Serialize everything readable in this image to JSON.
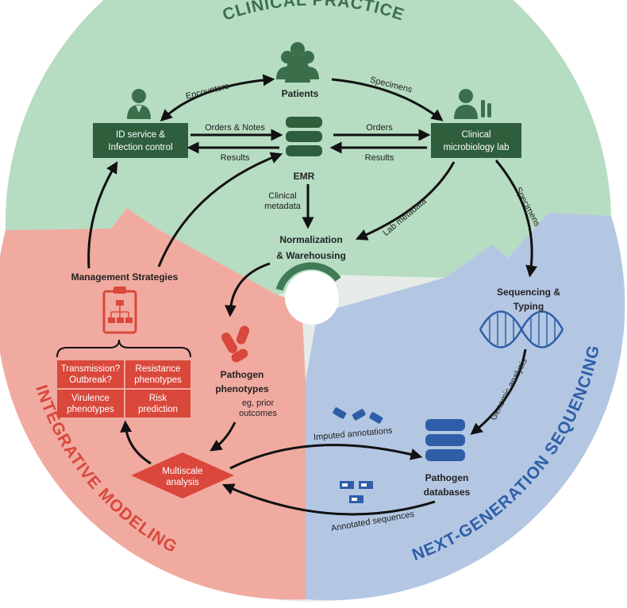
{
  "sectors": {
    "clinical": {
      "title": "CLINICAL PRACTICE",
      "color": "#b6dcc2"
    },
    "ngs": {
      "title": "NEXT-GENERATION SEQUENCING",
      "color": "#b3c7e3"
    },
    "modeling": {
      "title": "INTEGRATIVE MODELING",
      "color": "#f1aaa0"
    }
  },
  "nodes": {
    "patients": "Patients",
    "id_service": [
      "ID service &",
      "Infection control"
    ],
    "emr": "EMR",
    "clinical_lab": [
      "Clinical",
      "microbiology lab"
    ],
    "normalization": [
      "Normalization",
      "& Warehousing"
    ],
    "sequencing": [
      "Sequencing &",
      "Typing"
    ],
    "pathogen_db": [
      "Pathogen",
      "databases"
    ],
    "pathogen_pheno": [
      "Pathogen",
      "phenotypes"
    ],
    "pheno_note": [
      "eg, prior",
      "outcomes"
    ],
    "management": "Management Strategies",
    "multiscale": [
      "Multiscale",
      "analysis"
    ],
    "grid": {
      "transmission": [
        "Transmission?",
        "Outbreak?"
      ],
      "resistance": [
        "Resistance",
        "phenotypes"
      ],
      "virulence": [
        "Virulence",
        "phenotypes"
      ],
      "risk": [
        "Risk",
        "prediction"
      ]
    }
  },
  "edges": {
    "encounters": "Encounters",
    "specimens_top": "Specimens",
    "orders_notes": "Orders & Notes",
    "results_left": "Results",
    "orders_right": "Orders",
    "results_right": "Results",
    "clinical_metadata": [
      "Clinical",
      "metadata"
    ],
    "lab_metadata": "Lab metadata",
    "specimens_right": "Specimens",
    "genomic_analysis": "Genomic analysis",
    "imputed_annotations": "Imputed annotations",
    "annotated_sequences": "Annotated sequences"
  },
  "colors": {
    "dark_green": "#2e5e3c",
    "icon_green": "#3b6e4a",
    "red": "#d9483b",
    "blue": "#2f5ea8"
  }
}
